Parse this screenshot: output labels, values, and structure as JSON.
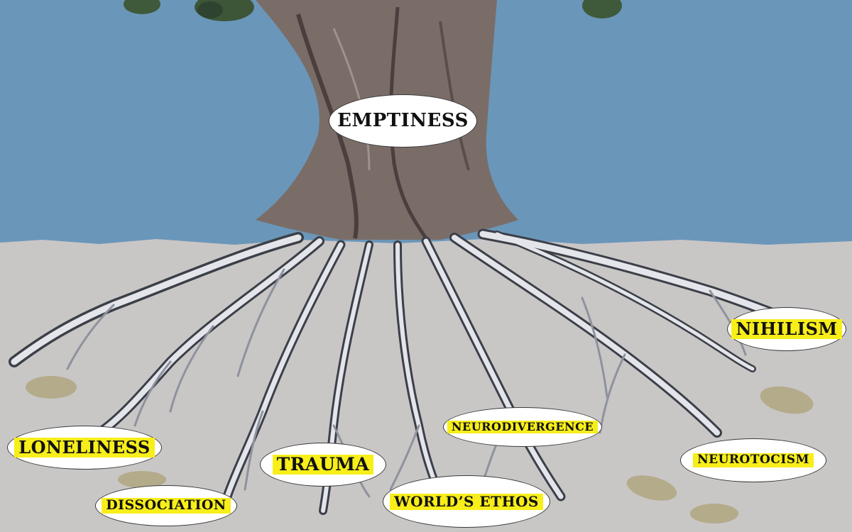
{
  "colors": {
    "sky": "#6a96b9",
    "ground": "#c9c6c6",
    "highlight": "#f7ee1a",
    "label_fill": "#ffffff",
    "text": "#111111"
  },
  "labels": {
    "emptiness": "EMPTINESS",
    "nihilism": "NIHILISM",
    "neurodivergence": "NEURODIVERGENCE",
    "loneliness": "LONELINESS",
    "trauma": "TRAUMA",
    "neurotocism": "NEUROTOCISM",
    "dissociation": "DISSOCIATION",
    "worlds_ethos": "WORLD’S ETHOS"
  }
}
